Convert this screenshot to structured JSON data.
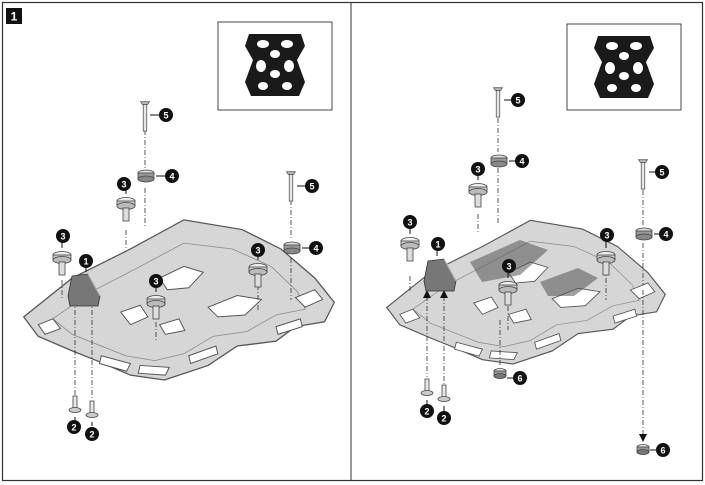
{
  "step": {
    "number": "1"
  },
  "left_panel": {
    "callouts": [
      {
        "id": "left-callout-5-a",
        "label": "5"
      },
      {
        "id": "left-callout-4-a",
        "label": "4"
      },
      {
        "id": "left-callout-3-a",
        "label": "3"
      },
      {
        "id": "left-callout-5-b",
        "label": "5"
      },
      {
        "id": "left-callout-3-b",
        "label": "3"
      },
      {
        "id": "left-callout-1",
        "label": "1"
      },
      {
        "id": "left-callout-3-c",
        "label": "3"
      },
      {
        "id": "left-callout-4-b",
        "label": "4"
      },
      {
        "id": "left-callout-3-d",
        "label": "3"
      },
      {
        "id": "left-callout-2-a",
        "label": "2"
      },
      {
        "id": "left-callout-2-b",
        "label": "2"
      }
    ]
  },
  "right_panel": {
    "callouts": [
      {
        "id": "right-callout-5-a",
        "label": "5"
      },
      {
        "id": "right-callout-4-a",
        "label": "4"
      },
      {
        "id": "right-callout-3-a",
        "label": "3"
      },
      {
        "id": "right-callout-5-b",
        "label": "5"
      },
      {
        "id": "right-callout-3-b",
        "label": "3"
      },
      {
        "id": "right-callout-1",
        "label": "1"
      },
      {
        "id": "right-callout-3-c",
        "label": "3"
      },
      {
        "id": "right-callout-3-d",
        "label": "3"
      },
      {
        "id": "right-callout-4-b",
        "label": "4"
      },
      {
        "id": "right-callout-6-a",
        "label": "6"
      },
      {
        "id": "right-callout-2-a",
        "label": "2"
      },
      {
        "id": "right-callout-2-b",
        "label": "2"
      },
      {
        "id": "right-callout-6-b",
        "label": "6"
      }
    ]
  },
  "colors": {
    "rack_fill": "#d6d6d6",
    "rack_stroke": "#555555",
    "adapter_fill": "#777777",
    "callout_fill": "#111111",
    "inset_shape_fill": "#1a1a1a"
  }
}
